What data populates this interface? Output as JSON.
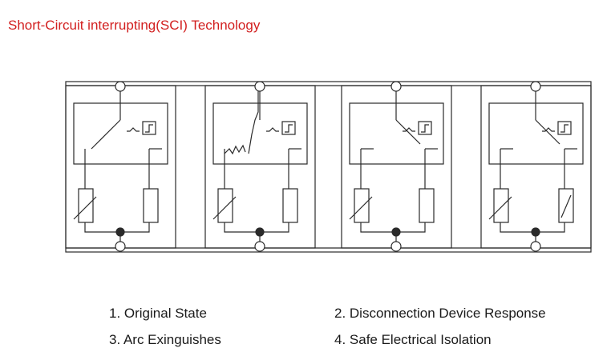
{
  "title": "Short-Circuit interrupting(SCI) Technology",
  "stages": [
    {
      "id": 1,
      "switch": "closed",
      "fuse": "intact"
    },
    {
      "id": 2,
      "switch": "arcing",
      "fuse": "intact"
    },
    {
      "id": 3,
      "switch": "open",
      "fuse": "intact"
    },
    {
      "id": 4,
      "switch": "open",
      "fuse": "blown"
    }
  ],
  "captions": [
    "1. Original State",
    "2. Disconnection Device Response",
    "3. Arc Exinguishes",
    "4. Safe Electrical Isolation"
  ],
  "colors": {
    "title": "#d21f1f",
    "line": "#2a2a2a",
    "text": "#1a1a1a"
  }
}
